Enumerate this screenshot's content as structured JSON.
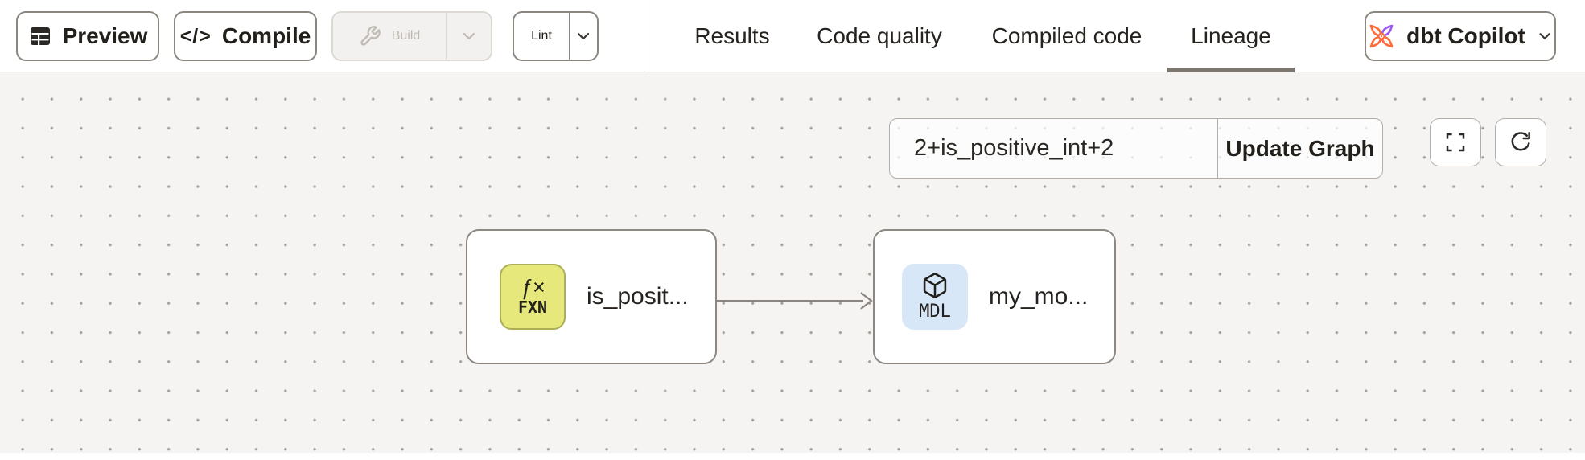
{
  "toolbar": {
    "preview_label": "Preview",
    "compile_label": "Compile",
    "compile_icon": "</>",
    "build_label": "Build",
    "build_disabled": true,
    "lint_label": "Lint"
  },
  "tabs": [
    {
      "label": "Results",
      "active": false
    },
    {
      "label": "Code quality",
      "active": false
    },
    {
      "label": "Compiled code",
      "active": false
    },
    {
      "label": "Lineage",
      "active": true
    }
  ],
  "copilot": {
    "label": "dbt Copilot"
  },
  "lineage": {
    "search_value": "2+is_positive_int+2",
    "update_button_label": "Update Graph",
    "nodes": [
      {
        "type": "function",
        "badge_glyph": "ƒ×",
        "badge_type": "FXN",
        "label": "is_posit...",
        "badge_color": "#e6e87c"
      },
      {
        "type": "model",
        "badge_icon": "cube-icon",
        "badge_type": "MDL",
        "label": "my_mo...",
        "badge_color": "#d7e7f8"
      }
    ],
    "edges": [
      {
        "from": "is_posit...",
        "to": "my_mo..."
      }
    ]
  },
  "colors": {
    "canvas_bg": "#f5f4f2",
    "dot_grid": "#a8a49f",
    "node_border": "#8d8882",
    "fxn_badge_bg": "#e6e87c",
    "mdl_badge_bg": "#d7e7f8",
    "active_tab_underline": "#7b766f",
    "copilot_orange": "#ff6a37",
    "copilot_purple": "#9b57f2",
    "disabled_text": "#bdb8b1"
  }
}
